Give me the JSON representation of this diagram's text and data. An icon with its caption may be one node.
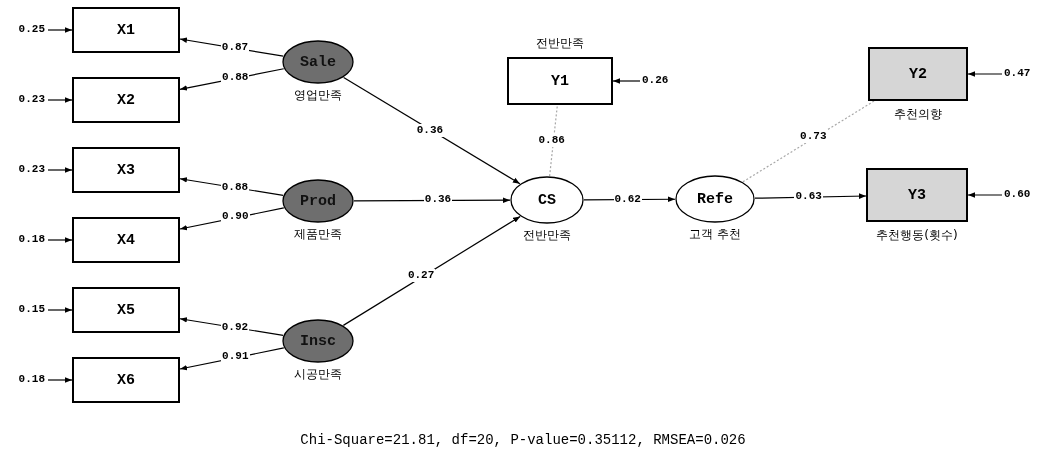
{
  "diagram": {
    "nodes": [
      {
        "text": [
          "X1"
        ]
      },
      {
        "text": [
          "X2"
        ]
      },
      {
        "text": [
          "X3"
        ]
      },
      {
        "text": [
          "X4"
        ]
      },
      {
        "text": [
          "X5"
        ]
      },
      {
        "text": [
          "X6"
        ]
      },
      {
        "text": [
          "Sale"
        ],
        "beside": [
          "영업만족"
        ]
      },
      {
        "text": [
          "Prod"
        ],
        "beside": [
          "제품만족"
        ]
      },
      {
        "text": [
          "Insc"
        ],
        "beside": [
          "시공만족"
        ]
      },
      {
        "text": [
          "Y1"
        ],
        "beside": [
          "전반만족"
        ]
      },
      {
        "text": [
          "CS"
        ],
        "beside": [
          "전반만족"
        ]
      },
      {
        "text": [
          "Refe"
        ],
        "beside": [
          "고객 추천"
        ]
      },
      {
        "text": [
          "Y2"
        ],
        "beside": [
          "추천의향"
        ]
      },
      {
        "text": [
          "Y3"
        ],
        "beside": [
          "추천행동(횟수)"
        ]
      }
    ],
    "edges": [
      {
        "from": null,
        "to": 0,
        "arrow": "to",
        "label": "0.25"
      },
      {
        "from": null,
        "to": 1,
        "arrow": "to",
        "label": "0.23"
      },
      {
        "from": null,
        "to": 2,
        "arrow": "to",
        "label": "0.23"
      },
      {
        "from": null,
        "to": 3,
        "arrow": "to",
        "label": "0.18"
      },
      {
        "from": null,
        "to": 4,
        "arrow": "to",
        "label": "0.15"
      },
      {
        "from": null,
        "to": 5,
        "arrow": "to",
        "label": "0.18"
      },
      {
        "from": 6,
        "to": 0,
        "arrow": "to",
        "label": "0.87"
      },
      {
        "from": 6,
        "to": 1,
        "arrow": "to",
        "label": "0.88"
      },
      {
        "from": 7,
        "to": 2,
        "arrow": "to",
        "label": "0.88"
      },
      {
        "from": 7,
        "to": 3,
        "arrow": "to",
        "label": "0.90"
      },
      {
        "from": 8,
        "to": 4,
        "arrow": "to",
        "label": "0.92"
      },
      {
        "from": 8,
        "to": 5,
        "arrow": "to",
        "label": "0.91"
      },
      {
        "from": 6,
        "to": 10,
        "arrow": "to",
        "label": "0.36"
      },
      {
        "from": 7,
        "to": 10,
        "arrow": "to",
        "label": "0.36"
      },
      {
        "from": 8,
        "to": 10,
        "arrow": "to",
        "label": "0.27"
      },
      {
        "from": 10,
        "to": 9,
        "arrow": "none",
        "label": "0.86",
        "style": "dashed",
        "color": "#a8a8a8"
      },
      {
        "from": null,
        "to": 9,
        "arrow": "to",
        "label": "0.26"
      },
      {
        "from": 10,
        "to": 11,
        "arrow": "to",
        "label": "0.62"
      },
      {
        "from": 11,
        "to": 12,
        "arrow": "none",
        "label": "0.73",
        "style": "dashed",
        "color": "#a8a8a8"
      },
      {
        "from": 11,
        "to": 13,
        "arrow": "to",
        "label": "0.63"
      },
      {
        "from": null,
        "to": 12,
        "arrow": "to",
        "label": "0.47"
      },
      {
        "from": null,
        "to": 13,
        "arrow": "to",
        "label": "0.60"
      }
    ],
    "labels": [
      "Chi-Square=21.81, df=20, P-value=0.35112, RMSEA=0.026"
    ]
  }
}
